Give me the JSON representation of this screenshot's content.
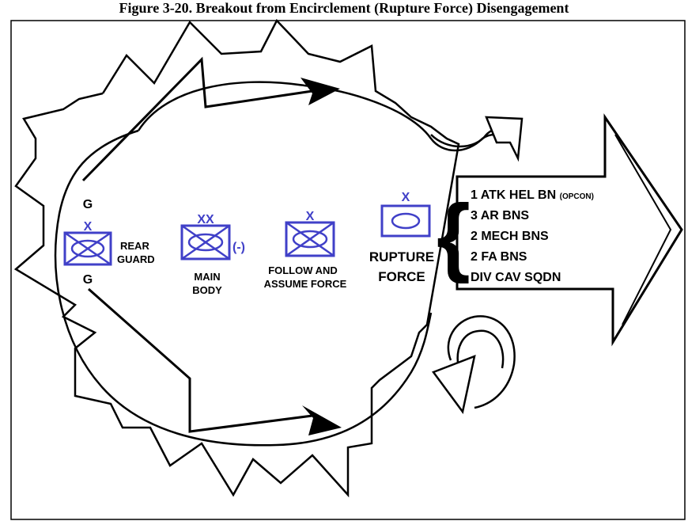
{
  "title": "Figure 3-20. Breakout from Encirclement (Rupture Force) Disengagement",
  "colors": {
    "unit_symbol": "#3333cc",
    "outline": "#000000",
    "background": "#ffffff"
  },
  "units": {
    "rear_guard": {
      "echelon": "X",
      "label_line1": "REAR",
      "label_line2": "GUARD",
      "marker_top": "G",
      "marker_bottom": "G"
    },
    "main_body": {
      "echelon": "XX",
      "suffix": "(-)",
      "label_line1": "MAIN",
      "label_line2": "BODY"
    },
    "follow_assume": {
      "echelon": "X",
      "label_line1": "FOLLOW AND",
      "label_line2": "ASSUME FORCE"
    },
    "rupture_force": {
      "echelon": "X",
      "label_line1": "RUPTURE",
      "label_line2": "FORCE"
    }
  },
  "task_organization": {
    "items": [
      {
        "text": "1 ATK HEL BN",
        "note": "(OPCON)"
      },
      {
        "text": "3 AR BNS",
        "note": ""
      },
      {
        "text": "2 MECH BNS",
        "note": ""
      },
      {
        "text": "2 FA BNS",
        "note": ""
      },
      {
        "text": "DIV CAV SQDN",
        "note": ""
      }
    ]
  }
}
